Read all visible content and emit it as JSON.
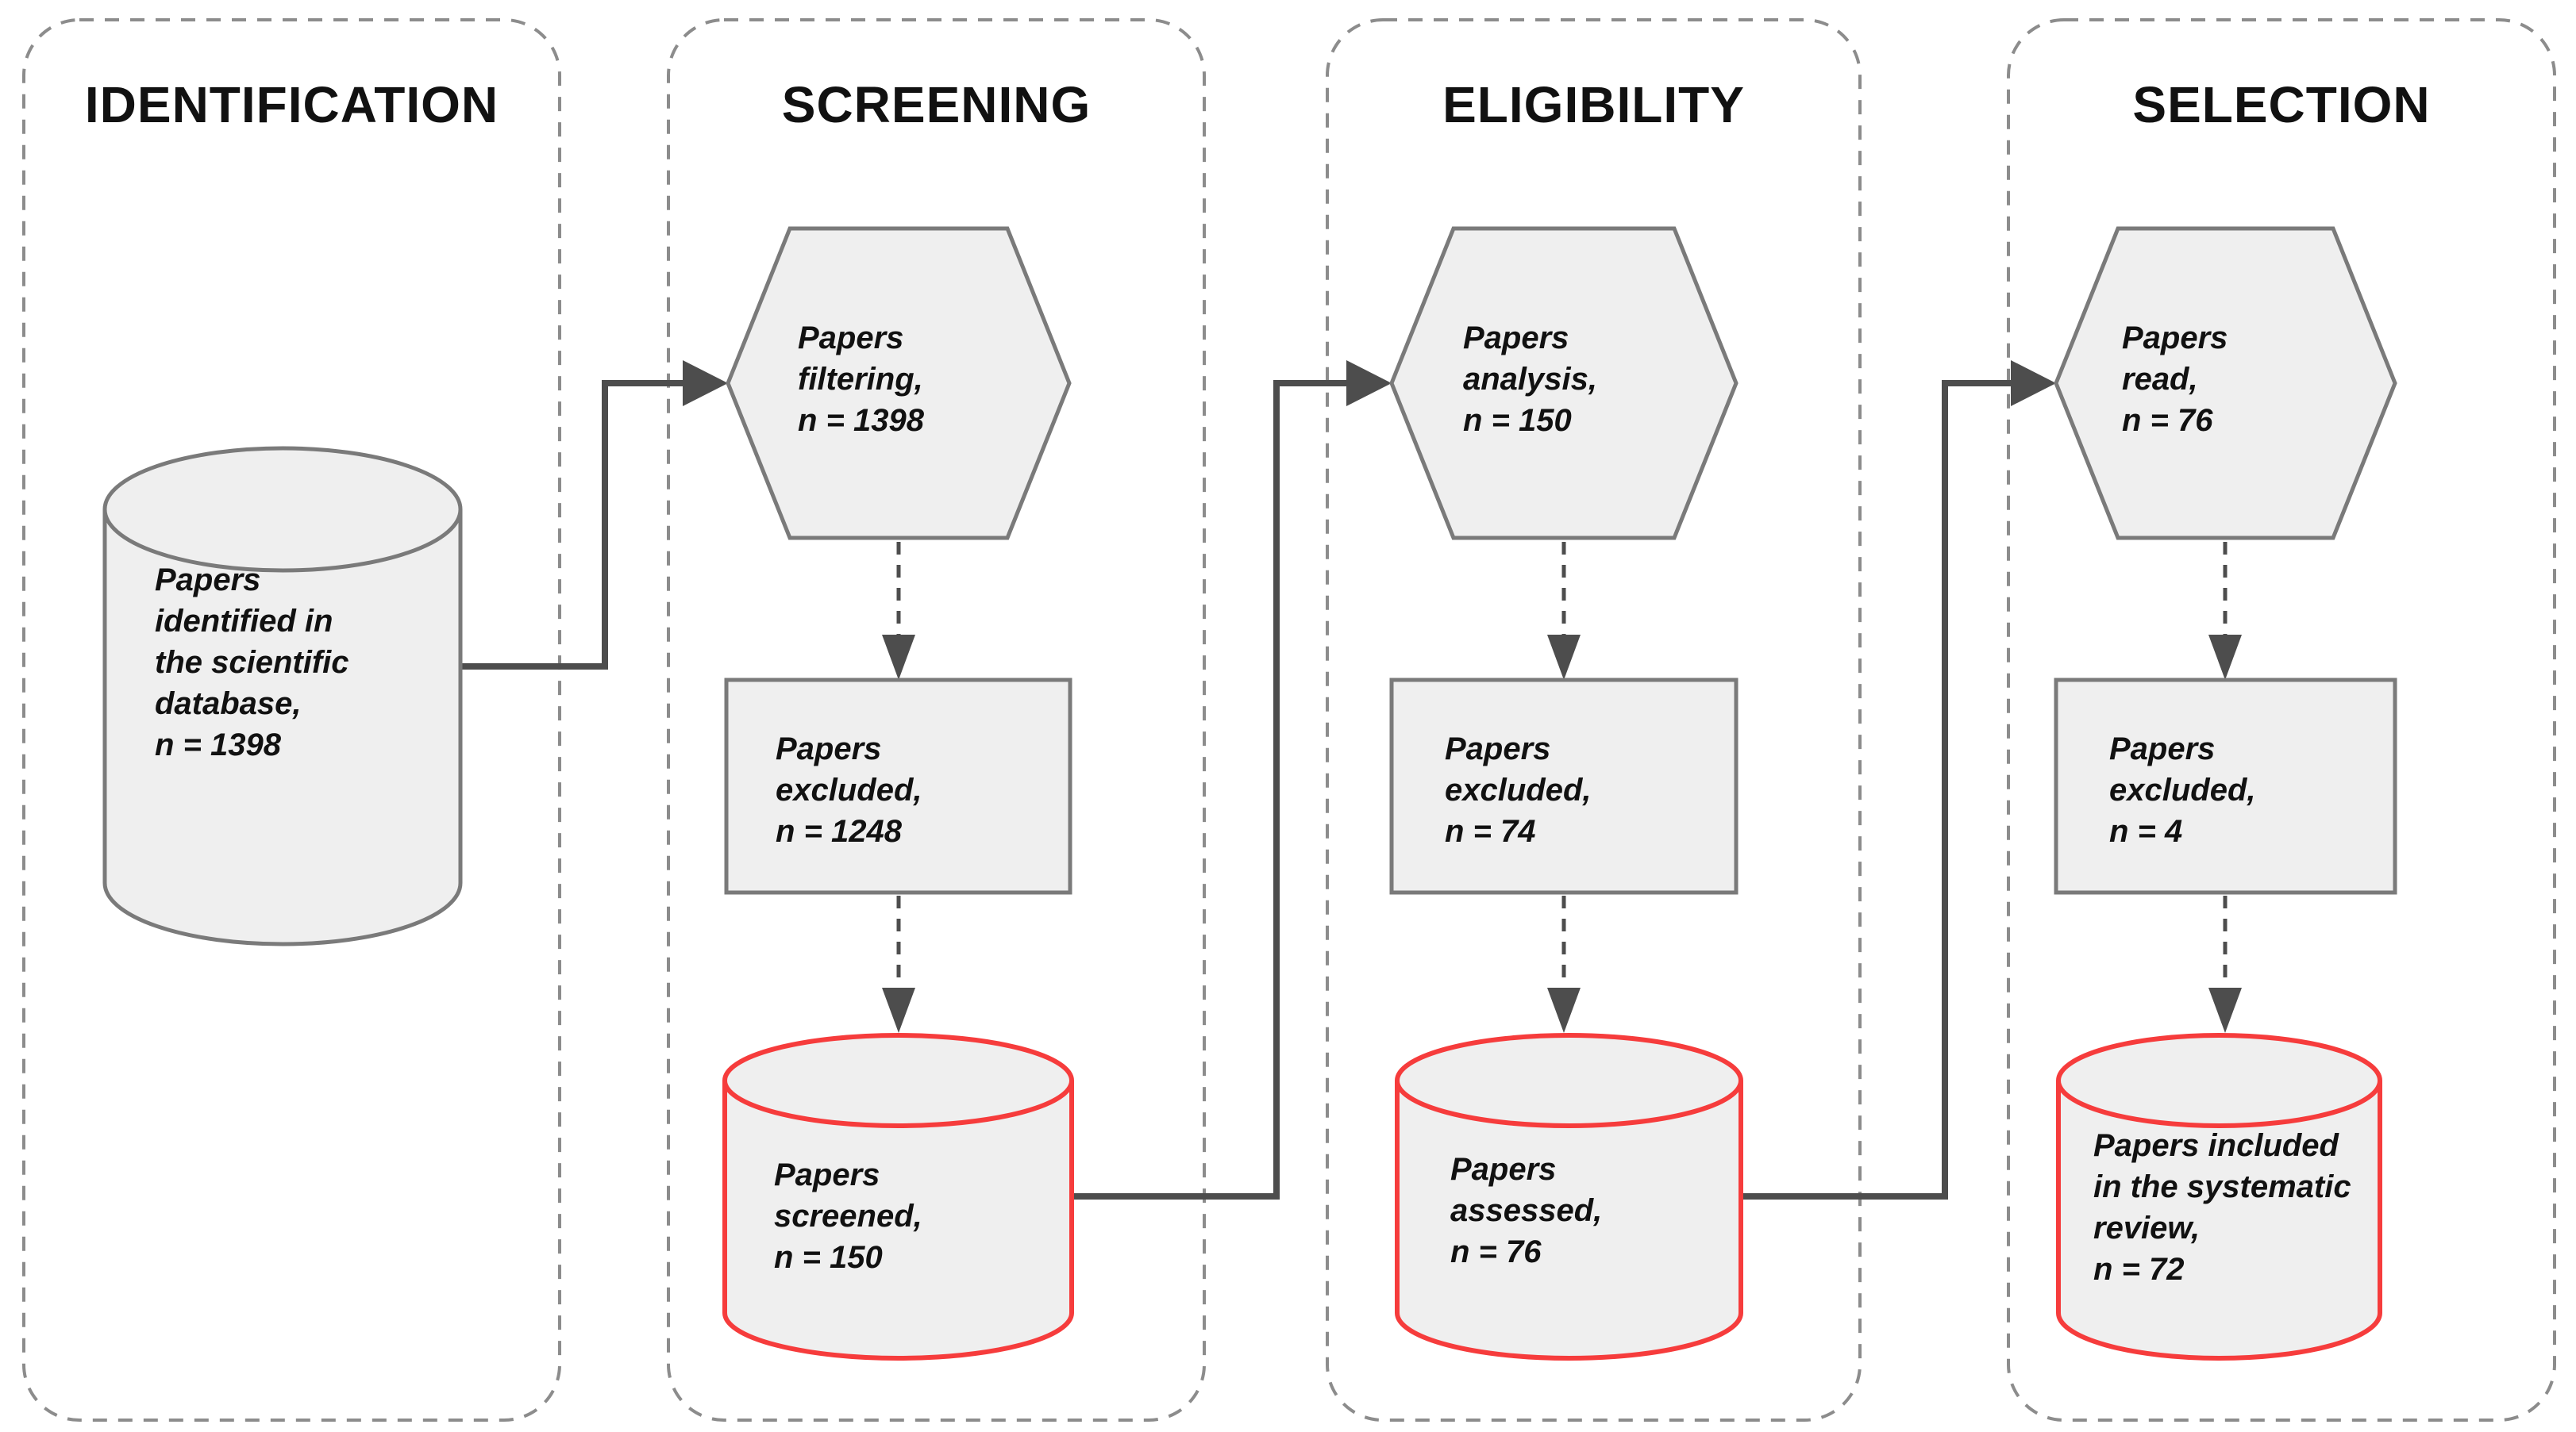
{
  "diagram": {
    "type": "prisma-flowchart",
    "colors": {
      "shape_fill": "#efefef",
      "shape_stroke": "#7a7a7a",
      "highlight_red": "#f63c3c",
      "connector": "#4d4d4d",
      "frame_dash": "#8c8c8c",
      "text": "#111111"
    },
    "columns": [
      {
        "title": "IDENTIFICATION",
        "nodes": [
          {
            "shape": "cylinder",
            "label": "Papers\nidentified in\nthe scientific\ndatabase,\nn = 1398",
            "n": 1398
          }
        ]
      },
      {
        "title": "SCREENING",
        "nodes": [
          {
            "shape": "hexagon",
            "label": "Papers\nfiltering,\nn = 1398",
            "n": 1398
          },
          {
            "shape": "rectangle",
            "label": "Papers\nexcluded,\nn = 1248",
            "n": 1248
          },
          {
            "shape": "cylinder",
            "label": "Papers\nscreened,\nn = 150",
            "n": 150
          }
        ]
      },
      {
        "title": "ELIGIBILITY",
        "nodes": [
          {
            "shape": "hexagon",
            "label": "Papers\nanalysis,\nn = 150",
            "n": 150
          },
          {
            "shape": "rectangle",
            "label": "Papers\nexcluded,\nn = 74",
            "n": 74
          },
          {
            "shape": "cylinder",
            "label": "Papers\nassessed,\nn = 76",
            "n": 76
          }
        ]
      },
      {
        "title": "SELECTION",
        "nodes": [
          {
            "shape": "hexagon",
            "label": "Papers\nread,\nn = 76",
            "n": 76
          },
          {
            "shape": "rectangle",
            "label": "Papers\nexcluded,\nn = 4",
            "n": 4
          },
          {
            "shape": "cylinder",
            "label": "Papers included\nin the systematic\nreview,\nn = 72",
            "n": 72
          }
        ]
      }
    ]
  }
}
